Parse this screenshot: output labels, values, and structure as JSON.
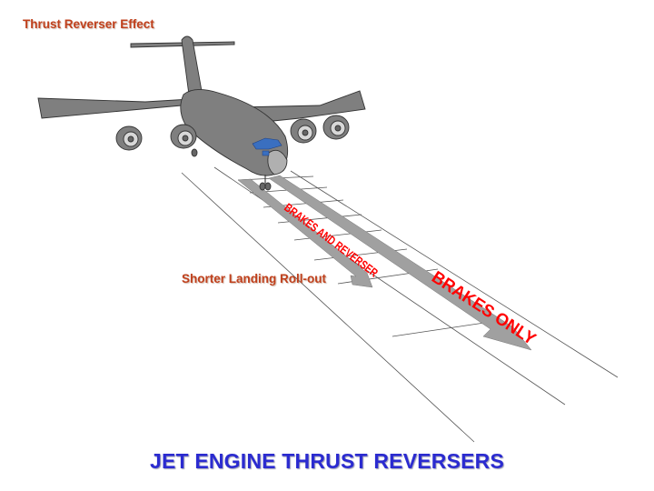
{
  "slide": {
    "top_label": "Thrust Reverser Effect",
    "rollout_label": "Shorter Landing Roll-out",
    "title": "JET ENGINE THRUST REVERSERS"
  },
  "diagram": {
    "arrows": [
      {
        "id": "brakes-and-reverser",
        "label": "BRAKES AND REVERSER",
        "color": "#ff0000"
      },
      {
        "id": "brakes-only",
        "label": "BRAKES ONLY",
        "color": "#ff0000"
      }
    ],
    "colors": {
      "aircraft": "#7f7f7f",
      "cockpit_windows": "#3a6fc0",
      "track": "#a0a0a0",
      "label_orange": "#c0401c",
      "title_blue": "#2b2bd0"
    }
  }
}
